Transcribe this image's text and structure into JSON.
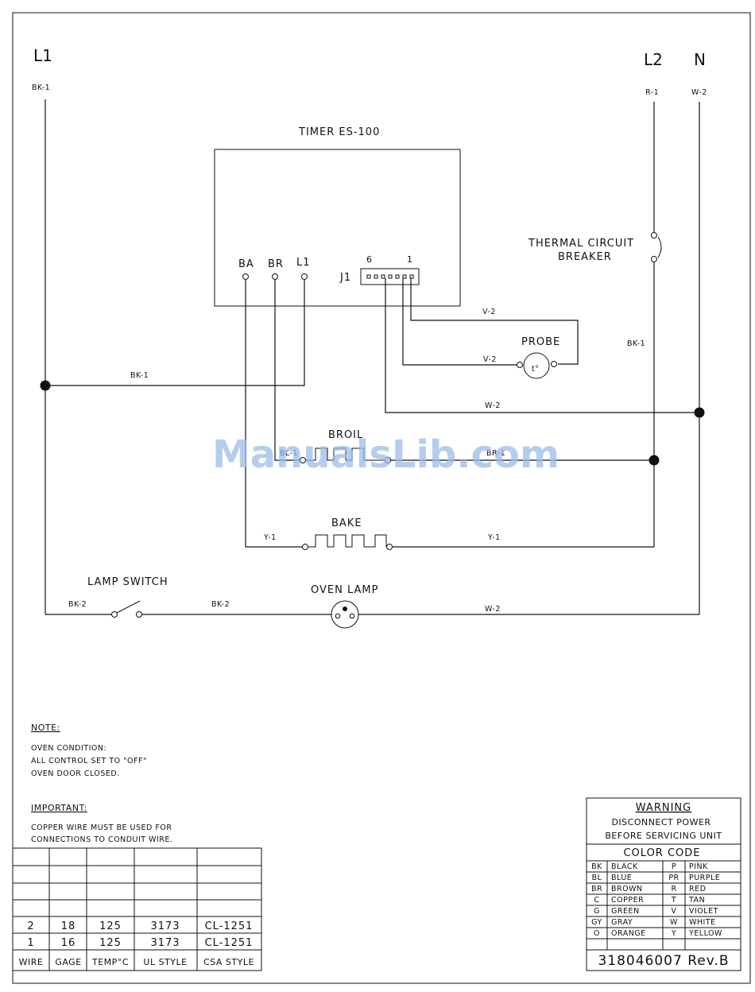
{
  "rails": {
    "l1": "L1",
    "l2": "L2",
    "n": "N",
    "l1_wire": "BK-1",
    "l2_wire": "R-1",
    "n_wire": "W-2"
  },
  "timer": {
    "title": "TIMER ES-100",
    "ba": "BA",
    "br": "BR",
    "l1": "L1",
    "j1": "J1",
    "pin6": "6",
    "pin1": "1"
  },
  "components": {
    "thermal_line1": "THERMAL CIRCUIT",
    "thermal_line2": "BREAKER",
    "probe": "PROBE",
    "probe_symbol": "t°",
    "broil": "BROIL",
    "bake": "BAKE",
    "lamp_switch": "LAMP SWITCH",
    "oven_lamp": "OVEN LAMP"
  },
  "wires": {
    "bk1_timer": "BK-1",
    "bk1_l2": "BK-1",
    "v2_top": "V-2",
    "v2_probe": "V-2",
    "w2_j1": "W-2",
    "bl1": "BL-1",
    "br1": "BR-1",
    "y1_left": "Y-1",
    "y1_right": "Y-1",
    "bk2_left": "BK-2",
    "bk2_mid": "BK-2",
    "w2_lamp": "W-2"
  },
  "watermark": "ManualsLib.com",
  "note": {
    "title": "NOTE:",
    "line1": "OVEN CONDITION:",
    "line2": "ALL CONTROL SET TO \"OFF\"",
    "line3": "OVEN DOOR CLOSED."
  },
  "important": {
    "title": "IMPORTANT:",
    "line1": "COPPER WIRE MUST BE USED FOR",
    "line2": "CONNECTIONS TO CONDUIT WIRE."
  },
  "wire_table": {
    "headers": [
      "WIRE",
      "GAGE",
      "TEMP°C",
      "UL STYLE",
      "CSA STYLE"
    ],
    "rows": [
      [
        "2",
        "18",
        "125",
        "3173",
        "CL-1251"
      ],
      [
        "1",
        "16",
        "125",
        "3173",
        "CL-1251"
      ]
    ]
  },
  "warning": {
    "title": "WARNING",
    "line1": "DISCONNECT POWER",
    "line2": "BEFORE SERVICING UNIT"
  },
  "color_code": {
    "title": "COLOR CODE",
    "rows": [
      [
        "BK",
        "BLACK",
        "P",
        "PINK"
      ],
      [
        "BL",
        "BLUE",
        "PR",
        "PURPLE"
      ],
      [
        "BR",
        "BROWN",
        "R",
        "RED"
      ],
      [
        "C",
        "COPPER",
        "T",
        "TAN"
      ],
      [
        "G",
        "GREEN",
        "V",
        "VIOLET"
      ],
      [
        "GY",
        "GRAY",
        "W",
        "WHITE"
      ],
      [
        "O",
        "ORANGE",
        "Y",
        "YELLOW"
      ]
    ]
  },
  "part_number": "318046007  Rev.B"
}
